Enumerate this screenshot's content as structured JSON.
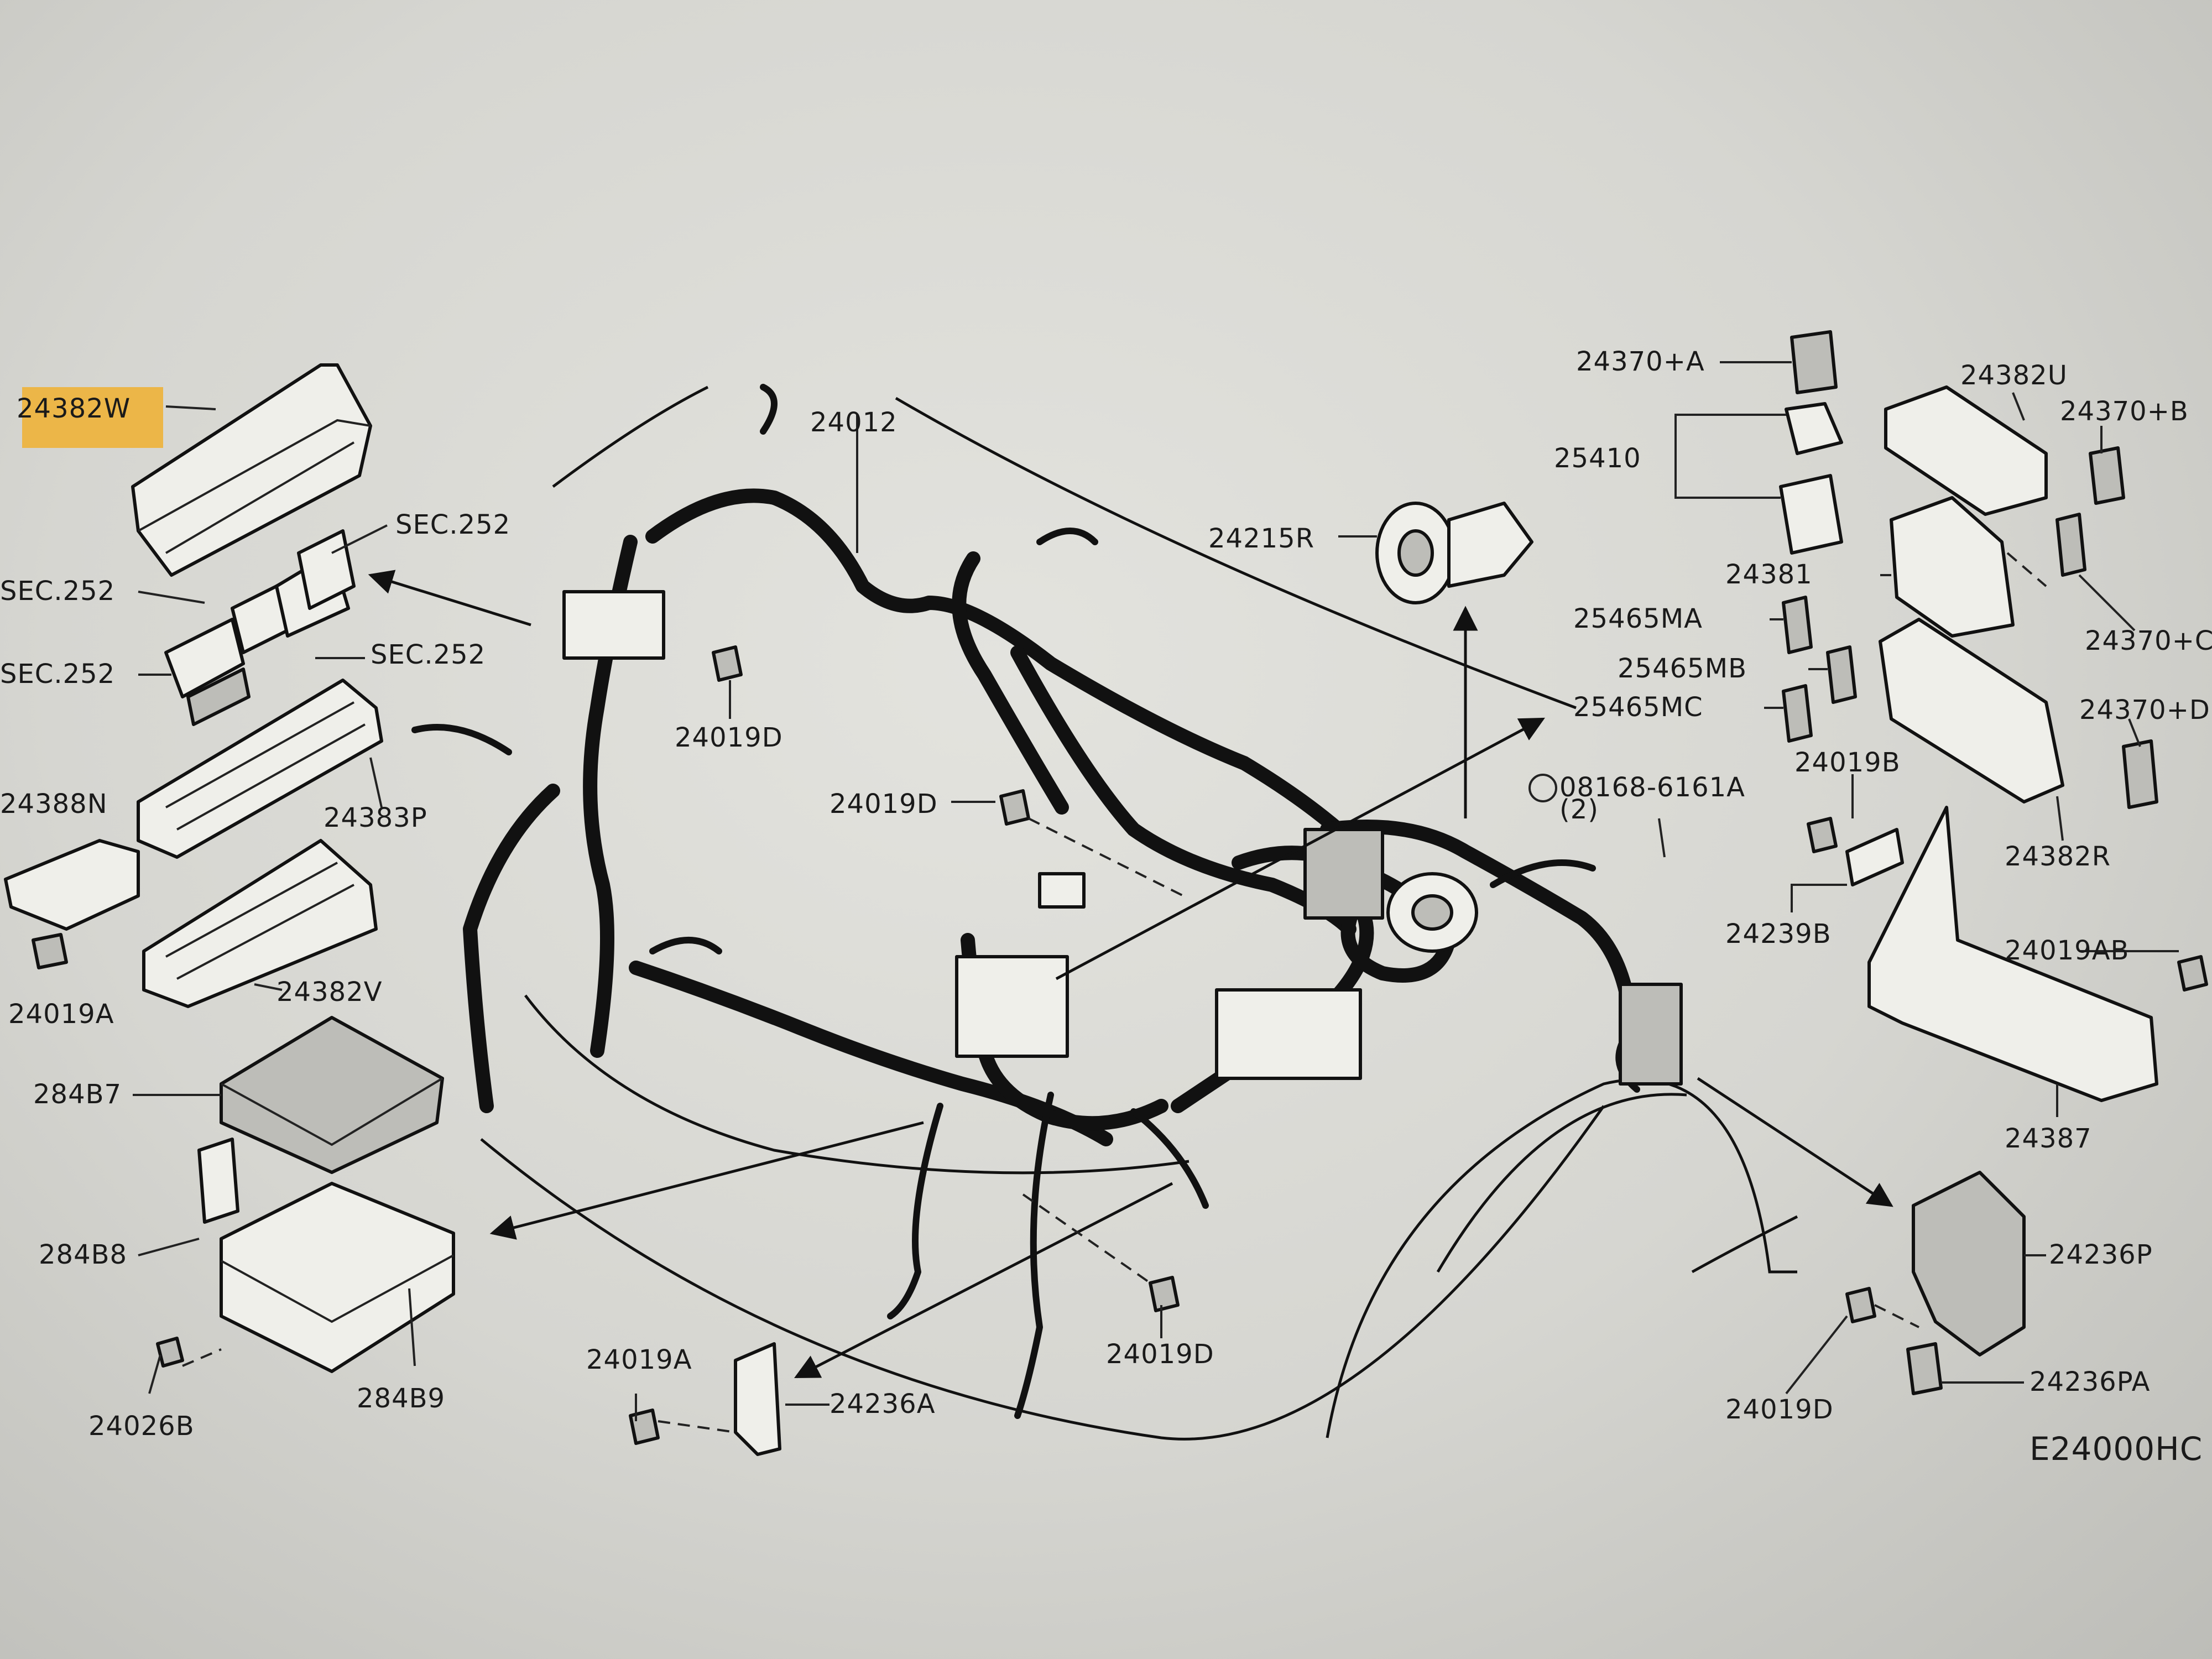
{
  "diagram_title": "E24000HC",
  "labels": {
    "l_24382W": "24382W",
    "l_sec252_a": "SEC.252",
    "l_sec252_b": "SEC.252",
    "l_sec252_c": "SEC.252",
    "l_sec252_d": "SEC.252",
    "l_24383P": "24383P",
    "l_24388N": "24388N",
    "l_24019A_left": "24019A",
    "l_24382V": "24382V",
    "l_284B7": "284B7",
    "l_284B8": "284B8",
    "l_284B9": "284B9",
    "l_24026B": "24026B",
    "l_24012": "24012",
    "l_24019D_top": "24019D",
    "l_24019D_mid": "24019D",
    "l_24019D_bottom": "24019D",
    "l_24019D_right": "24019D",
    "l_24019A_bottom": "24019A",
    "l_24236A": "24236A",
    "l_24215R": "24215R",
    "l_24370A": "24370+A",
    "l_25410": "25410",
    "l_24382U": "24382U",
    "l_24370B": "24370+B",
    "l_24381": "24381",
    "l_24370C": "24370+C",
    "l_24370D": "24370+D",
    "l_25465MA": "25465MA",
    "l_25465MB": "25465MB",
    "l_25465MC": "25465MC",
    "l_08168": "08168-6161A",
    "l_08168_qty": "(2)",
    "l_24019B": "24019B",
    "l_24382R": "24382R",
    "l_24239B": "24239B",
    "l_24019AB": "24019AB",
    "l_24387": "24387",
    "l_24236P": "24236P",
    "l_24236PA": "24236PA"
  },
  "highlight_color": "#f0b030"
}
